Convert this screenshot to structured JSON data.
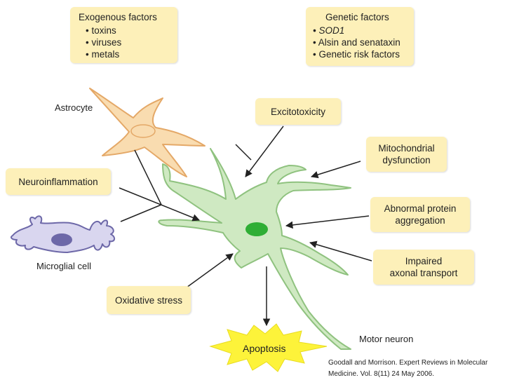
{
  "exogenous": {
    "title": "Exogenous factors",
    "items": [
      "toxins",
      "viruses",
      "metals"
    ]
  },
  "genetic": {
    "title": "Genetic factors",
    "items": [
      "SOD1",
      "Alsin and senataxin",
      "Genetic risk factors"
    ]
  },
  "labels": {
    "astrocyte": "Astrocyte",
    "microglial": "Microglial cell",
    "motor_neuron": "Motor neuron"
  },
  "boxes": {
    "excitotoxicity": "Excitotoxicity",
    "neuroinflammation": "Neuroinflammation",
    "mitochondrial_1": "Mitochondrial",
    "mitochondrial_2": "dysfunction",
    "abnormal_1": "Abnormal protein",
    "abnormal_2": "aggregation",
    "impaired_1": "Impaired",
    "impaired_2": "axonal transport",
    "oxidative": "Oxidative stress"
  },
  "apoptosis": "Apoptosis",
  "citation": {
    "line1": "Goodall and Morrison. Expert Reviews in Molecular",
    "line2": "Medicine. Vol. 8(11) 24 May 2006."
  },
  "colors": {
    "box_fill": "#fdf0b9",
    "neuron_fill": "#cfe9c2",
    "neuron_stroke": "#8fc27f",
    "nucleus": "#2fae35",
    "astrocyte_fill": "#f9dcb0",
    "astrocyte_stroke": "#e4a867",
    "microglia_fill": "#d9d6ef",
    "microglia_stroke": "#6d68a8",
    "apoptosis_fill": "#fdf33a"
  }
}
